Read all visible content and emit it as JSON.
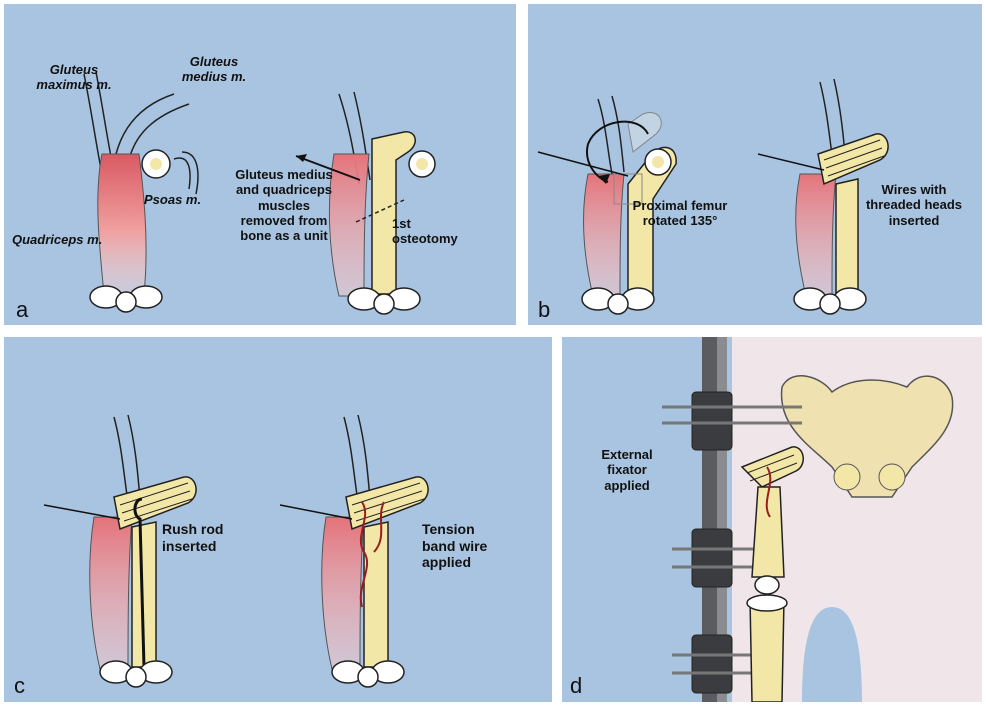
{
  "panels": {
    "a": {
      "letter": "a",
      "gluteus_maximus": "Gluteus maximus m.",
      "gluteus_medius": "Gluteus medius m.",
      "psoas": "Psoas m.",
      "quadriceps": "Quadriceps m.",
      "removal_note": "Gluteus medius and quadriceps muscles removed from bone as a unit",
      "osteotomy": "1st osteotomy"
    },
    "b": {
      "letter": "b",
      "rotation": "Proximal femur rotated 135°",
      "wires": "Wires with threaded heads inserted"
    },
    "c": {
      "letter": "c",
      "rush_rod": "Rush rod inserted",
      "tension_band": "Tension band wire applied"
    },
    "d": {
      "letter": "d",
      "external_fixator": "External fixator applied"
    }
  },
  "colors": {
    "background": "#a9c4e0",
    "muscle_red": "#e8868a",
    "bone_yellow": "#f2e7a6",
    "wire_red": "#9a1e1e",
    "fixator_dark": "#3a3c40",
    "pelvis": "#efe2b0"
  }
}
